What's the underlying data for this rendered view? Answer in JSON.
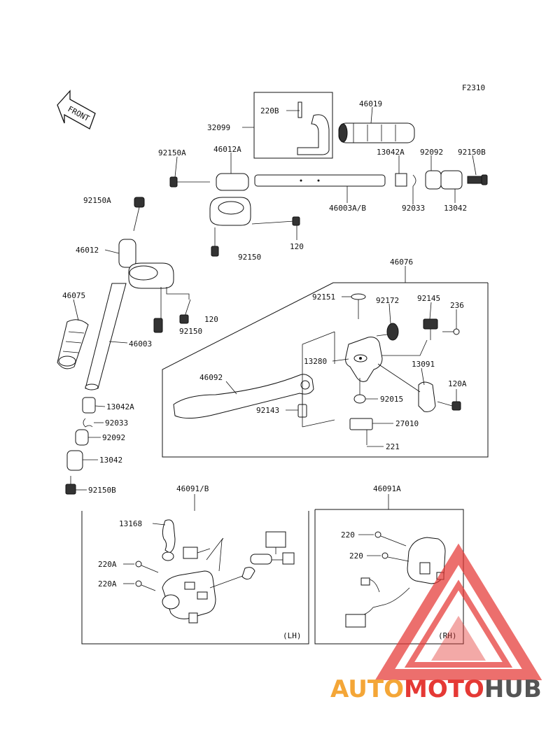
{
  "figure_code": "F2310",
  "front_label": "FRONT",
  "watermark": {
    "part1": "AUTO",
    "part2": "MOTO",
    "part3": "HUB",
    "color_red": "#e53935",
    "color_orange": "#f4a637",
    "color_gray": "#555555"
  },
  "labels": {
    "l32099": "32099",
    "l220B": "220B",
    "l46019": "46019",
    "l92150A_top": "92150A",
    "l46012A": "46012A",
    "l13042A_top": "13042A",
    "l92092_top": "92092",
    "l92150B_top": "92150B",
    "l46003AB": "46003A/B",
    "l92033_top": "92033",
    "l13042_top": "13042",
    "l120_top": "120",
    "l92150_top": "92150",
    "l92150A_left": "92150A",
    "l46012": "46012",
    "l46076": "46076",
    "l46075": "46075",
    "l120_mid": "120",
    "l92150_mid": "92150",
    "l46003": "46003",
    "l92151": "92151",
    "l92172": "92172",
    "l92145": "92145",
    "l236": "236",
    "l13280": "13280",
    "l13091": "13091",
    "l46092": "46092",
    "l120A": "120A",
    "l92015": "92015",
    "l92143": "92143",
    "l27010": "27010",
    "l221": "221",
    "l13042A_left": "13042A",
    "l92033_left": "92033",
    "l92092_left": "92092",
    "l13042_left": "13042",
    "l92150B_left": "92150B",
    "l46091B": "46091/B",
    "l46091A": "46091A",
    "l13168": "13168",
    "l220A_1": "220A",
    "l220A_2": "220A",
    "l220_1": "220",
    "l220_2": "220",
    "lLH": "(LH)",
    "lRH": "(RH)"
  }
}
